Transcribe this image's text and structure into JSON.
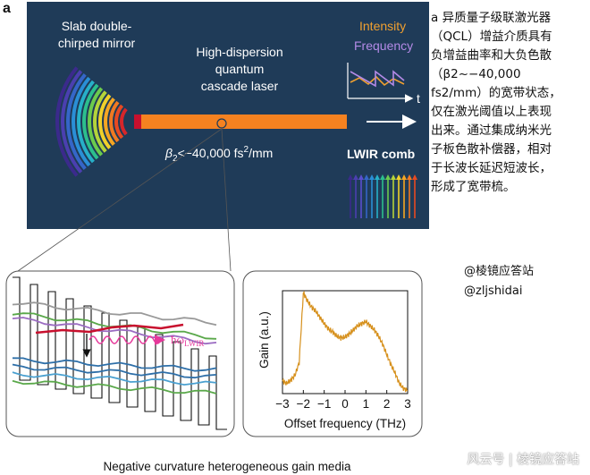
{
  "panel": {
    "label": "a",
    "mirror_label_1": "Slab double-",
    "mirror_label_2": "chirped mirror",
    "qcl_label_1": "High-dispersion",
    "qcl_label_2": "quantum",
    "qcl_label_3": "cascade laser",
    "beta2_label": "β2<−40,000 fs2/mm",
    "comb_label": "LWIR comb",
    "legend_intensity": "Intensity",
    "legend_frequency": "Frequency",
    "time_axis": "t",
    "colors": {
      "background": "#1f3b58",
      "intensity": "#f0a030",
      "frequency": "#b38ae6",
      "laser": "#f58220"
    }
  },
  "band_panel": {
    "caption": "Negative curvature heterogeneous gain media",
    "photon_label": "ħωLWIR"
  },
  "chart_data": {
    "type": "line",
    "xlabel": "Offset frequency (THz)",
    "ylabel": "Gain (a.u.)",
    "xlim": [
      -3,
      3
    ],
    "xticks": [
      "−3",
      "−2",
      "−1",
      "0",
      "1",
      "2",
      "3"
    ],
    "series": [
      {
        "color": "#d6901c",
        "x": [
          -3.0,
          -2.8,
          -2.6,
          -2.4,
          -2.2,
          -2.0,
          -1.8,
          -1.6,
          -1.4,
          -1.2,
          -1.0,
          -0.8,
          -0.6,
          -0.4,
          -0.2,
          0.0,
          0.2,
          0.4,
          0.6,
          0.8,
          1.0,
          1.2,
          1.4,
          1.6,
          1.8,
          2.0,
          2.2,
          2.4,
          2.6,
          2.8,
          3.0
        ],
        "y": [
          0.12,
          0.1,
          0.13,
          0.18,
          0.3,
          0.98,
          0.9,
          0.84,
          0.8,
          0.74,
          0.68,
          0.63,
          0.6,
          0.56,
          0.54,
          0.55,
          0.58,
          0.62,
          0.66,
          0.68,
          0.7,
          0.66,
          0.62,
          0.56,
          0.48,
          0.38,
          0.28,
          0.2,
          0.1,
          0.05,
          0.03
        ]
      }
    ]
  },
  "caption_text": {
    "line1": "a 异质量子级联激光器",
    "line2": "（QCL）增益介质具有",
    "line3": "负增益曲率和大负色散",
    "line4": "（β2~−40,000",
    "line5": "fs2/mm）的宽带状态，",
    "line6": "仅在激光阈值以上表现",
    "line7": "出来。通过集成纳米光",
    "line8": "子板色散补偿器，相对",
    "line9": "于长波长延迟短波长，",
    "line10": "形成了宽带梳。"
  },
  "handles": {
    "h1": "@棱镜应答站",
    "h2": "@zljshidai"
  },
  "watermark": "风云号 | 棱镜应答站"
}
